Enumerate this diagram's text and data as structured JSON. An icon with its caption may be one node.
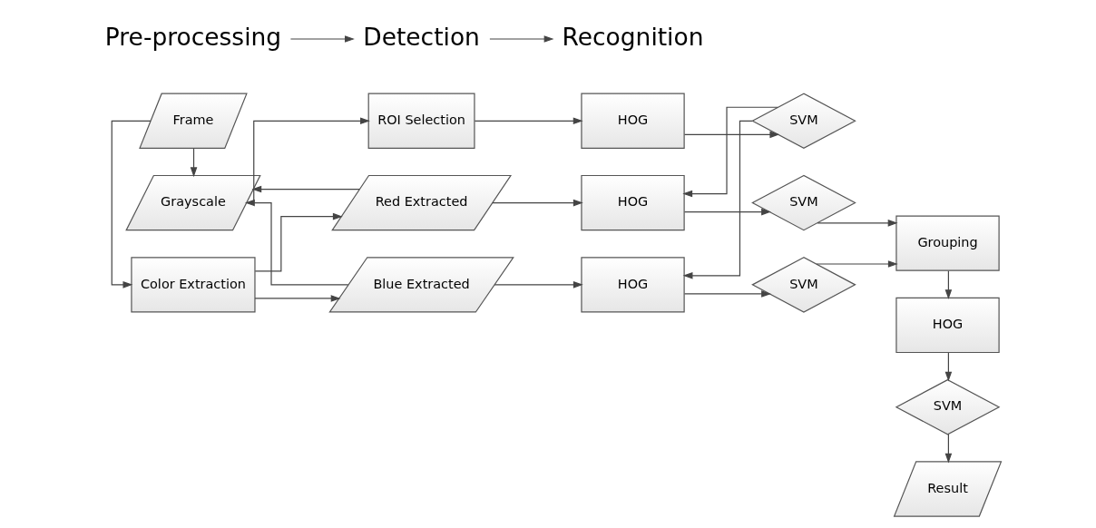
{
  "diagram": {
    "nodes": [
      {
        "text": [
          "Grayscale"
        ]
      },
      {
        "text": [
          "ROI Selection"
        ]
      },
      {
        "text": [
          "HOG"
        ]
      },
      {
        "text": [
          "SVM"
        ]
      },
      {
        "text": [
          "Grouping"
        ]
      },
      {
        "text": [
          "Color Extraction"
        ]
      },
      {
        "text": [
          "Red Extracted"
        ]
      },
      {
        "text": [
          "HOG"
        ]
      },
      {
        "text": [
          "SVM"
        ]
      },
      {
        "text": [
          "HOG"
        ]
      },
      {
        "text": [
          "SVM"
        ]
      },
      {
        "text": [
          "Frame"
        ]
      },
      {
        "text": [
          "Blue Extracted"
        ]
      },
      {
        "text": [
          "HOG"
        ]
      },
      {
        "text": [
          "SVM"
        ]
      },
      {
        "text": [
          "Result"
        ]
      },
      {
        "text": [
          "Pre-processing"
        ]
      },
      {
        "text": [
          "Detection"
        ]
      },
      {
        "text": [
          "Recognition"
        ]
      }
    ],
    "edges": [
      {
        "from": 11,
        "to": 0,
        "arrow": "to"
      },
      {
        "from": 11,
        "to": 5,
        "arrow": "to"
      },
      {
        "from": 0,
        "to": 1,
        "arrow": "to"
      },
      {
        "from": 1,
        "to": 2,
        "arrow": "to"
      },
      {
        "from": 2,
        "to": 3,
        "arrow": "to"
      },
      {
        "from": 5,
        "to": 6,
        "arrow": "to"
      },
      {
        "from": 5,
        "to": 12,
        "arrow": "to"
      },
      {
        "from": 6,
        "to": 0,
        "arrow": "to"
      },
      {
        "from": 12,
        "to": 0,
        "arrow": "to"
      },
      {
        "from": 6,
        "to": 7,
        "arrow": "to"
      },
      {
        "from": 12,
        "to": 13,
        "arrow": "to"
      },
      {
        "from": 3,
        "to": 7,
        "arrow": "to"
      },
      {
        "from": 3,
        "to": 13,
        "arrow": "to"
      },
      {
        "from": 7,
        "to": 8,
        "arrow": "to"
      },
      {
        "from": 13,
        "to": 14,
        "arrow": "to"
      },
      {
        "from": 8,
        "to": 4,
        "arrow": "to"
      },
      {
        "from": 14,
        "to": 4,
        "arrow": "to"
      },
      {
        "from": 4,
        "to": 9,
        "arrow": "to"
      },
      {
        "from": 9,
        "to": 10,
        "arrow": "to"
      },
      {
        "from": 10,
        "to": 15,
        "arrow": "to"
      },
      {
        "from": 16,
        "to": 17,
        "arrow": "to"
      },
      {
        "from": 17,
        "to": 18,
        "arrow": "to"
      }
    ]
  }
}
